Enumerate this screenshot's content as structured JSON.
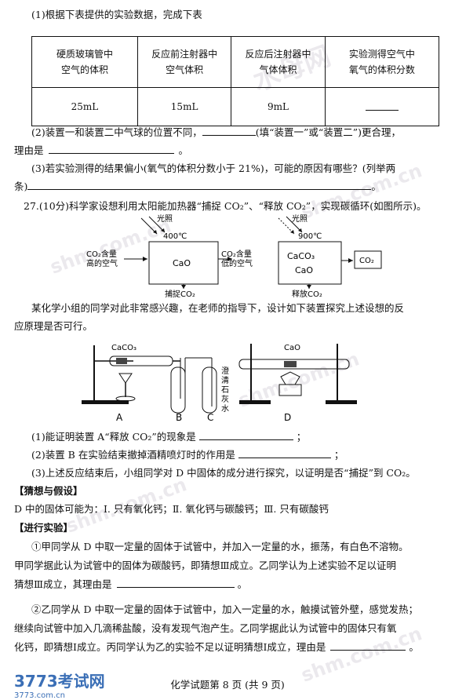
{
  "q1": {
    "intro": "(1)根据下表提供的实验数据，完成下表"
  },
  "table": {
    "headers": [
      [
        "硬质玻璃管中",
        "空气的体积"
      ],
      [
        "反应前注射器中",
        "空气体积"
      ],
      [
        "反应后注射器中",
        "气体体积"
      ],
      [
        "实验测得空气中",
        "氧气的体积分数"
      ]
    ],
    "values": [
      "25mL",
      "15mL",
      "9mL",
      ""
    ]
  },
  "q2": {
    "part1": "(2)装置一和装置二中气球的位置不同，",
    "part2": "(填“装置一”或“装置二”)更合理，",
    "line2": "理由是",
    "end": "。"
  },
  "q3": {
    "line1": "(3)若实验测得的结果偏小(氧气的体积分数小于 21%)，可能的原因有哪些？(列举两",
    "line2": "条)",
    "end": "。"
  },
  "q27": {
    "intro": "27.(10分)科学家设想利用太阳能加热器“捕捉 CO₂”、“释放 CO₂”，实现碳循环(如图所示)。"
  },
  "cycle_diagram": {
    "light1": "光照",
    "temp1": "400℃",
    "box1": "CaO",
    "input": [
      "CO₂含量",
      "高的空气"
    ],
    "output": [
      "CO₂含量",
      "低的空气"
    ],
    "capture": "捕捉CO₂",
    "light2": "光照",
    "temp2": "900℃",
    "box2": [
      "CaCO₃",
      "CaO"
    ],
    "release": "释放CO₂",
    "co2box": "CO₂"
  },
  "para1": {
    "line1": "某化学小组的同学对此非常感兴趣，在老师的指导下，设计如下装置探究上述设想的反",
    "line2": "应原理是否可行。"
  },
  "apparatus": {
    "label_caco3": "CaCO₃",
    "label_cao": "CaO",
    "limewater": [
      "澄",
      "清",
      "石",
      "灰",
      "水"
    ],
    "A": "A",
    "B": "B",
    "C": "C",
    "D": "D"
  },
  "s1": {
    "text": "(1)能证明装置 A“释放 CO₂”的现象是",
    "end": "；"
  },
  "s2": {
    "text": "(2)装置 B 在实验结束撤掉酒精喷灯时的作用是",
    "end": "；"
  },
  "s3": {
    "text": "(3)上述反应结束后，小组同学对 D 中固体的成分进行探究，以证明是否“捕捉”到 CO₂。"
  },
  "hyp": {
    "heading": "【猜想与假设】",
    "text": "D 中的固体可能为：Ⅰ. 只有氧化钙；Ⅱ. 氧化钙与碳酸钙；Ⅲ. 只有碳酸钙"
  },
  "exp": {
    "heading": "【进行实验】",
    "p1_l1": "①甲同学从 D 中取一定量的固体于试管中，并加入一定量的水，振荡，有白色不溶物。",
    "p1_l2": "甲同学据此认为试管中的固体为碳酸钙，即猜想Ⅲ成立。乙同学认为上述实验不足以证明",
    "p1_l3": "猜想Ⅲ成立，其理由是",
    "p1_end": "。",
    "p2_l1": "②乙同学从 D 中取一定量的固体于试管中，加入一定量的水，触摸试管外壁，感觉发热；",
    "p2_l2": "继续向试管中加入几滴稀盐酸，没有发现气泡产生。乙同学据此认为试管中的固体只有氧",
    "p2_l3": "化钙，即猜想Ⅰ成立。丙同学认为乙的实验不足以证明猜想Ⅰ成立，理由是",
    "p2_end": "。"
  },
  "footer": {
    "text": "化学试题第 8 页 (共 9 页)",
    "logo": "3773考试网",
    "logo_url": "3773.com.cn"
  },
  "watermark": {
    "text": "shm.com.cn",
    "logo": "水母网"
  },
  "colors": {
    "watermark": "#d9d4dd",
    "logo_blue": "#3b6fb6"
  }
}
